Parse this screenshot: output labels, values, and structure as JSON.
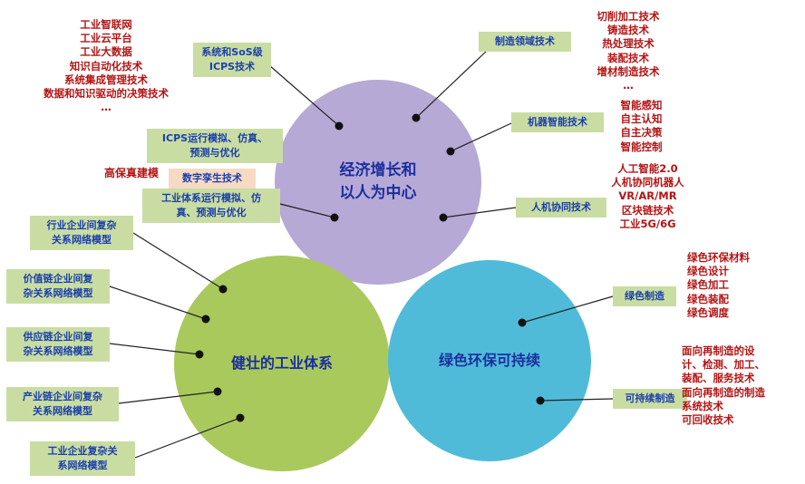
{
  "circles": {
    "economic": {
      "label": "经济增长和\n以人为中心",
      "color": "#b7a9d6"
    },
    "industrial": {
      "label": "健壮的工业体系",
      "color": "#a9c95c"
    },
    "green": {
      "label": "绿色环保可持续",
      "color": "#4fbbd9"
    }
  },
  "boxes": {
    "sos_icps": "系统和SoS级\nICPS技术",
    "icps_simulation": "ICPS运行模拟、仿真、\n预测与优化",
    "digital_twin": "数字孪生技术",
    "industry_system_simulation": "工业体系运行模拟、仿\n真、预测与优化",
    "industry_network": "行业企业间复杂\n关系网络模型",
    "value_chain_network": "价值链企业间复\n杂关系网络模型",
    "supply_chain_network": "供应链企业间复\n杂关系网络模型",
    "industrial_chain_network": "产业链企业间复杂\n关系网络模型",
    "enterprise_network": "工业企业复杂关\n系网络模型",
    "manufacturing_domain": "制造领域技术",
    "machine_intelligence": "机器智能技术",
    "human_machine_collab": "人机协同技术",
    "green_manufacturing": "绿色制造",
    "sustainable_manufacturing": "可持续制造"
  },
  "annotations": {
    "high_fidelity_modeling": "高保真建模",
    "industrial_internet_list": "工业智联网\n工业云平台\n工业大数据\n知识自动化技术\n系统集成管理技术\n数据和知识驱动的决策技术\n…",
    "manufacturing_list": "切削加工技术\n铸造技术\n热处理技术\n装配技术\n增材制造技术\n…",
    "machine_intelligence_list": "智能感知\n自主认知\n自主决策\n智能控制",
    "human_machine_list": "人工智能2.0\n人机协同机器人\nVR/AR/MR\n区块链技术\n工业5G/6G",
    "green_list": "绿色环保材料\n绿色设计\n绿色加工\n绿色装配\n绿色调度",
    "sustainable_list": "面向再制造的设\n计、检测、加工、\n装配、服务技术\n面向再制造的制造\n系统技术\n可回收技术"
  },
  "colors": {
    "label_box_bg": "#c9dda3",
    "digital_twin_box_bg": "#f7dac4",
    "annotation_text": "#b41414",
    "circle_label_text": "#1b2f9e",
    "box_label_text": "#1b3faa",
    "connector": "#222222"
  }
}
